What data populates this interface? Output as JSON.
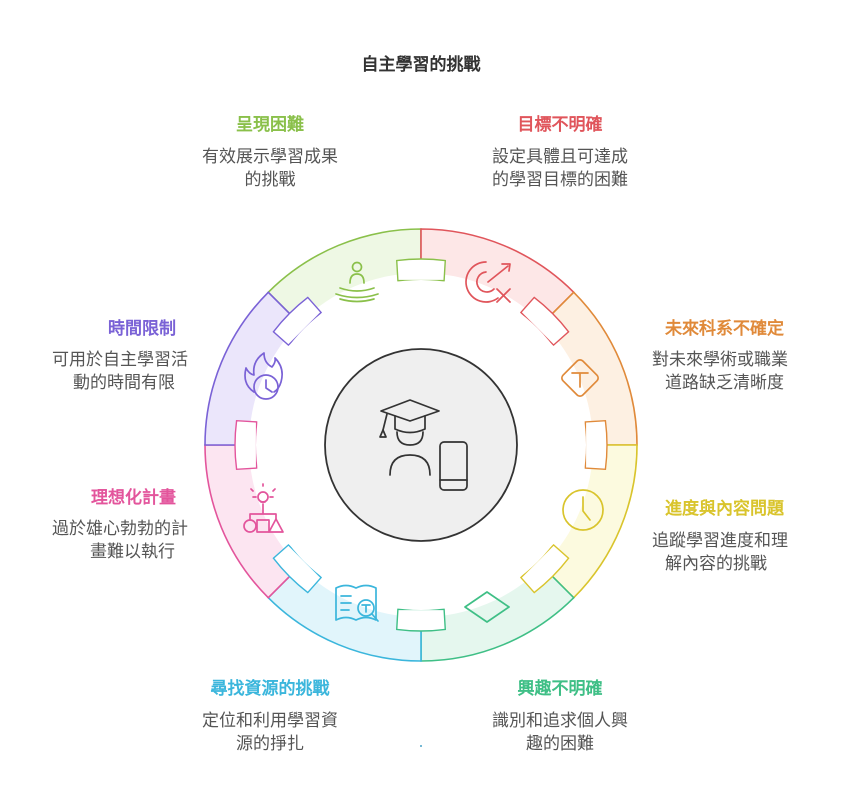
{
  "title": "自主學習的挑戰",
  "colors": {
    "green": "#8ac04a",
    "red": "#e0555b",
    "orange": "#e08a3a",
    "yellow": "#d9c42c",
    "teal": "#3fbf86",
    "blue": "#3bb6dc",
    "pink": "#e3559c",
    "purple": "#7a62d6"
  },
  "segments": [
    {
      "key": "presentation",
      "label": "呈現困難",
      "desc": [
        "有效展示學習成果",
        "的挑戰"
      ],
      "icon": "meditation-icon"
    },
    {
      "key": "goals",
      "label": "目標不明確",
      "desc": [
        "設定具體且可達成",
        "的學習目標的困難"
      ],
      "icon": "target-arrow-icon"
    },
    {
      "key": "future",
      "label": "未來科系不確定",
      "desc": [
        "對未來學術或職業",
        "道路缺乏清晰度"
      ],
      "icon": "road-sign-icon"
    },
    {
      "key": "progress",
      "label": "進度與內容問題",
      "desc": [
        "追蹤學習進度和理",
        "解內容的挑戰"
      ],
      "icon": "clock-icon"
    },
    {
      "key": "interest",
      "label": "興趣不明確",
      "desc": [
        "識別和追求個人興",
        "趣的困難"
      ],
      "icon": "diamond-icon"
    },
    {
      "key": "resources",
      "label": "尋找資源的挑戰",
      "desc": [
        "定位和利用學習資",
        "源的掙扎"
      ],
      "icon": "book-search-icon"
    },
    {
      "key": "planning",
      "label": "理想化計畫",
      "desc": [
        "過於雄心勃勃的計",
        "畫難以執行"
      ],
      "icon": "idea-shapes-icon"
    },
    {
      "key": "time",
      "label": "時間限制",
      "desc": [
        "可用於自主學習活",
        "動的時間有限"
      ],
      "icon": "time-flame-icon"
    }
  ],
  "center": {
    "icon": "student-device-icon"
  }
}
